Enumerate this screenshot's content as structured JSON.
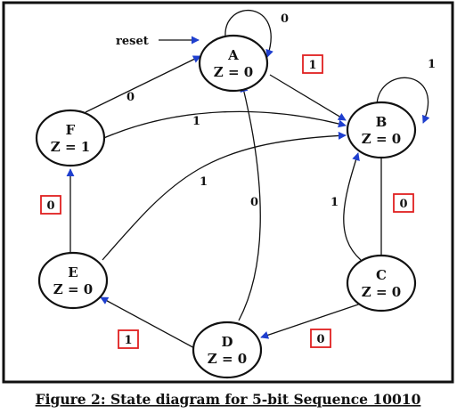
{
  "states": [
    {
      "id": "A",
      "name": "A",
      "output": "Z = 0"
    },
    {
      "id": "B",
      "name": "B",
      "output": "Z = 0"
    },
    {
      "id": "C",
      "name": "C",
      "output": "Z = 0"
    },
    {
      "id": "D",
      "name": "D",
      "output": "Z = 0"
    },
    {
      "id": "E",
      "name": "E",
      "output": "Z = 0"
    },
    {
      "id": "F",
      "name": "F",
      "output": "Z = 1"
    }
  ],
  "reset_label": "reset",
  "transitions": [
    {
      "id": "a-a",
      "from": "A",
      "to": "A",
      "input": "0",
      "boxed": false
    },
    {
      "id": "a-b",
      "from": "A",
      "to": "B",
      "input": "1",
      "boxed": true
    },
    {
      "id": "b-b",
      "from": "B",
      "to": "B",
      "input": "1",
      "boxed": false
    },
    {
      "id": "b-c",
      "from": "B",
      "to": "C",
      "input": "0",
      "boxed": true
    },
    {
      "id": "c-b",
      "from": "C",
      "to": "B",
      "input": "1",
      "boxed": false
    },
    {
      "id": "c-d",
      "from": "C",
      "to": "D",
      "input": "0",
      "boxed": true
    },
    {
      "id": "d-a",
      "from": "D",
      "to": "A",
      "input": "0",
      "boxed": false
    },
    {
      "id": "d-e",
      "from": "D",
      "to": "E",
      "input": "1",
      "boxed": true
    },
    {
      "id": "e-b",
      "from": "E",
      "to": "B",
      "input": "1",
      "boxed": false
    },
    {
      "id": "e-f",
      "from": "E",
      "to": "F",
      "input": "0",
      "boxed": true
    },
    {
      "id": "f-a",
      "from": "F",
      "to": "A",
      "input": "0",
      "boxed": false
    },
    {
      "id": "f-b",
      "from": "F",
      "to": "B",
      "input": "1",
      "boxed": false
    }
  ],
  "caption": "Figure 2: State diagram for 5-bit Sequence 10010",
  "colors": {
    "ink": "#111111",
    "highlight_box": "#e02020",
    "arrowhead": "#1f3fcf",
    "background": "#ffffff"
  }
}
